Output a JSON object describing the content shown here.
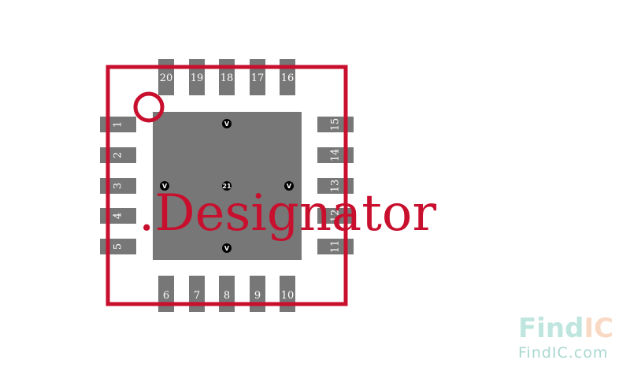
{
  "footprint": {
    "designator": ".Designator",
    "colors": {
      "silkscreen": "#c8102e",
      "pad": "#777777",
      "pad_label": "#ffffff",
      "via": "#000000"
    },
    "pins": {
      "top": [
        "20",
        "19",
        "18",
        "17",
        "16"
      ],
      "left": [
        "1",
        "2",
        "3",
        "4",
        "5"
      ],
      "right": [
        "15",
        "14",
        "13",
        "12",
        "11"
      ],
      "bottom": [
        "6",
        "7",
        "8",
        "9",
        "10"
      ]
    },
    "vias": {
      "top": "V",
      "left": "V",
      "center": "21",
      "right": "V",
      "bottom": "V"
    }
  },
  "watermark": {
    "logo_left": "Find",
    "logo_right": "IC",
    "url": "FindIC.com",
    "colors": {
      "left": "#bfe6de",
      "right": "#f8d9c3"
    }
  }
}
